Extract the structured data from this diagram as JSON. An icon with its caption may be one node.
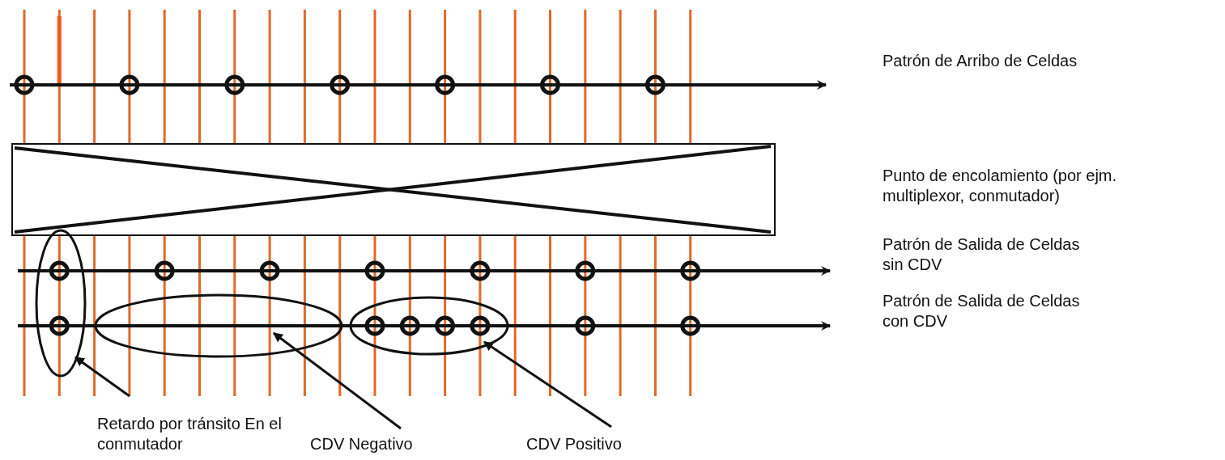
{
  "diagram": {
    "nodes": [
      {
        "text": [],
        "shape": "ellipse"
      },
      {
        "text": [],
        "shape": "ellipse"
      },
      {
        "text": [],
        "shape": "ellipse"
      },
      {
        "text": [
          "Retardo por tránsito En el conmutador"
        ]
      },
      {
        "text": [
          "CDV Negativo"
        ]
      },
      {
        "text": [
          "CDV Positivo"
        ]
      }
    ],
    "edges": [
      {
        "from": 3,
        "to": 0,
        "arrow": "to"
      },
      {
        "from": 4,
        "to": 1,
        "arrow": "to"
      },
      {
        "from": 5,
        "to": 2,
        "arrow": "to"
      }
    ],
    "labels": [
      "Patrón de Arribo de Celdas",
      "Punto de encolamiento (por ejm. multiplexor, conmutador)",
      "Patrón de Salida de Celdas sin CDV",
      "Patrón de Salida de Celdas con CDV"
    ]
  }
}
